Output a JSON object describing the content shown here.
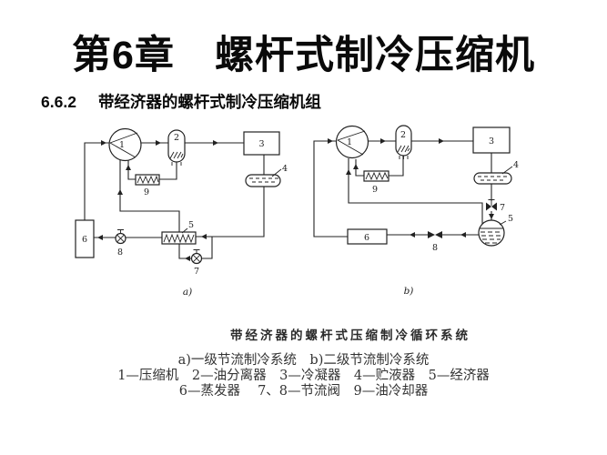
{
  "slide": {
    "title": "第6章　螺杆式制冷压缩机",
    "section_no": "6.6.2",
    "section_title": "带经济器的螺杆式制冷压缩机组"
  },
  "figure": {
    "caption": "带经济器的螺杆式压缩制冷循环系统",
    "legend": {
      "line1": "a)一级节流制冷系统　b)二级节流制冷系统",
      "line2": "1—压缩机　2—油分离器　3—冷凝器　4—贮液器　5—经济器",
      "line3": "6—蒸发器　 7、8—节流阀　9—油冷却器"
    },
    "labels": {
      "n1": "1",
      "n2": "2",
      "n3": "3",
      "n4": "4",
      "n5": "5",
      "n6": "6",
      "n7": "7",
      "n8": "8",
      "n9": "9",
      "sub_a": "a)",
      "sub_b": "b)"
    },
    "ink_color": "#222222",
    "background": "#ffffff"
  }
}
